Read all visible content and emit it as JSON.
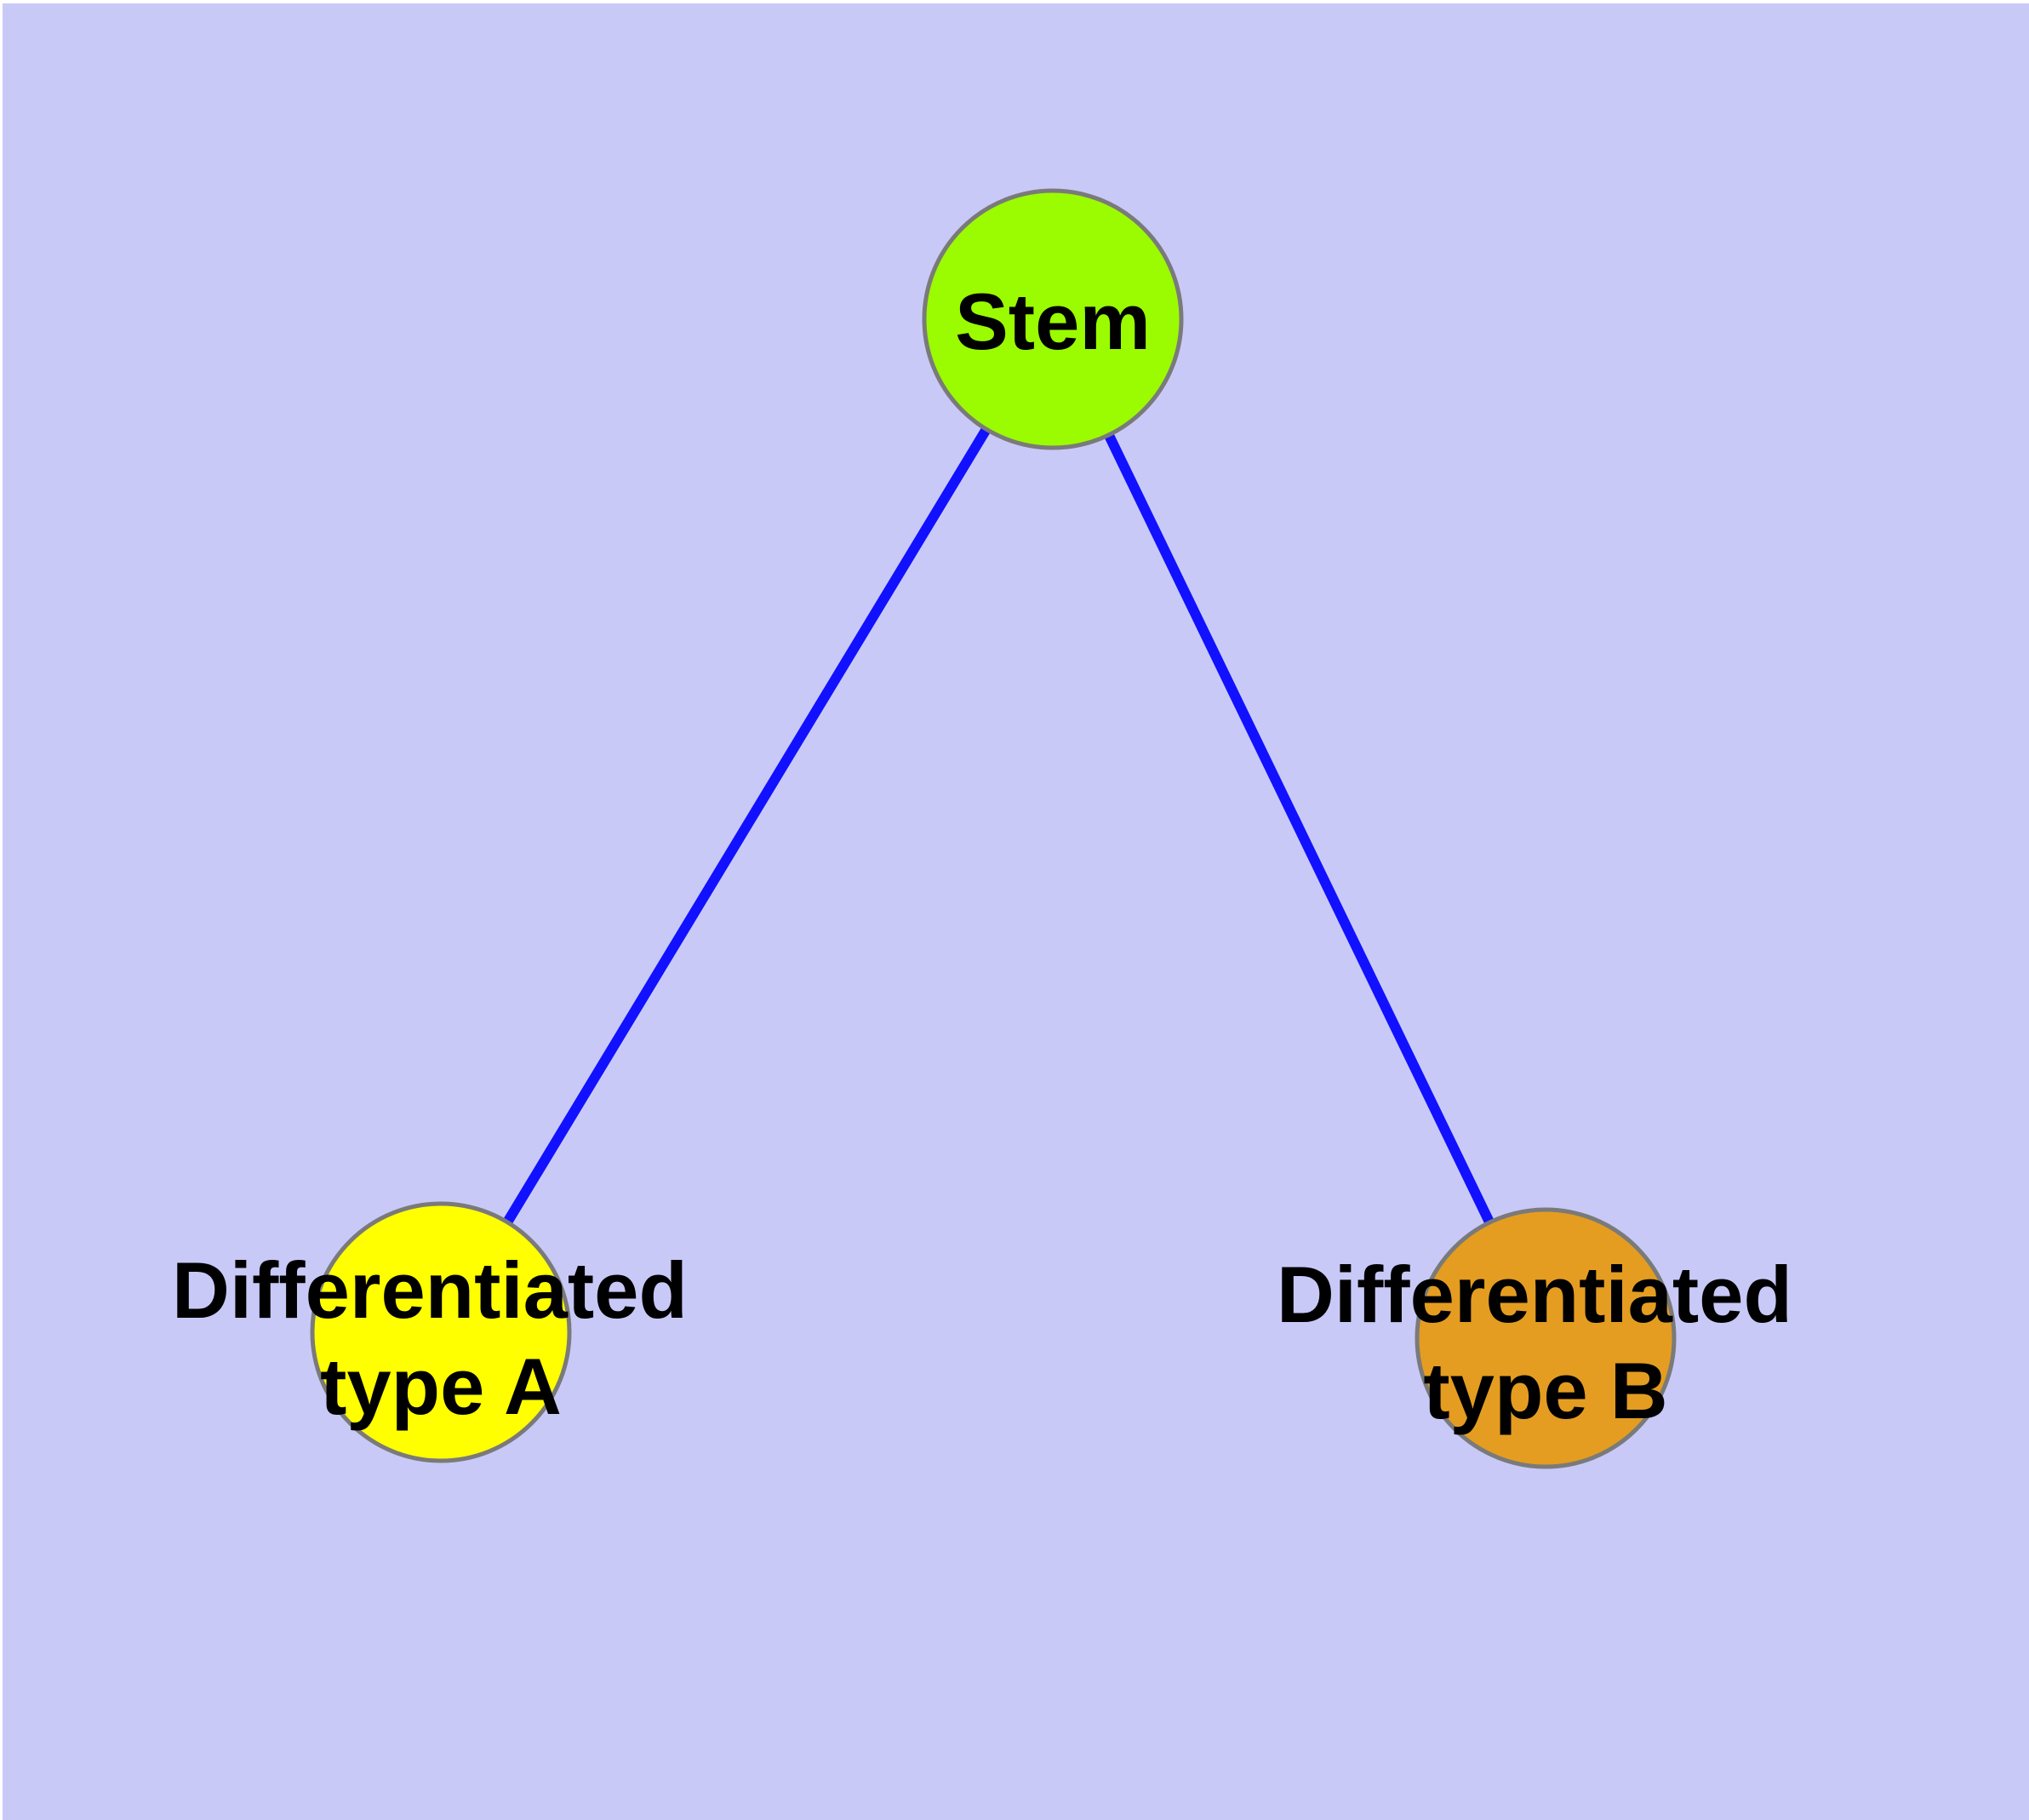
{
  "page": {
    "background_color": "#C9C9F8",
    "margin_color": "#FFFFFF"
  },
  "diagram": {
    "type": "node-link-graph",
    "description": "Stem cell differentiation tree: one stem node connected to two differentiated cell type nodes",
    "edge_color": "#1111FF",
    "node_border_color": "#7A7A7A",
    "label_color": "#000000",
    "nodes": [
      {
        "id": "stem",
        "label": "Stem",
        "fill": "#9BFB00"
      },
      {
        "id": "differentiated-type-a",
        "label": "Differentiated type A",
        "label_line1": "Differentiated",
        "label_line2": "type A",
        "fill": "#FFFF00"
      },
      {
        "id": "differentiated-type-b",
        "label": "Differentiated type B",
        "label_line1": "Differentiated",
        "label_line2": "type B",
        "fill": "#E49D21"
      }
    ],
    "edges": [
      {
        "from": "stem",
        "to": "differentiated-type-a"
      },
      {
        "from": "stem",
        "to": "differentiated-type-b"
      }
    ]
  }
}
